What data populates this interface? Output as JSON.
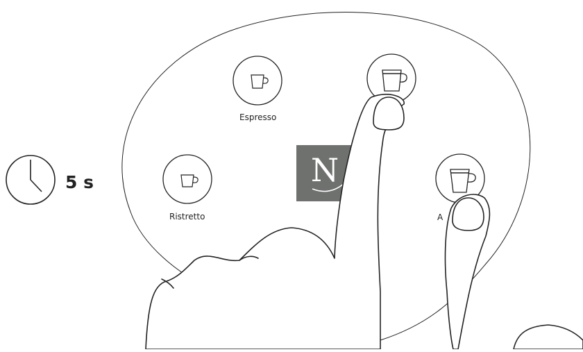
{
  "timer": {
    "value": "5 s",
    "icon": "clock-icon"
  },
  "buttons": [
    {
      "label": "Espresso",
      "icon": "espresso-cup-icon"
    },
    {
      "label": "Ristretto",
      "icon": "ristretto-cup-icon"
    },
    {
      "label": "",
      "icon": "lungo-cup-icon"
    },
    {
      "label": "A",
      "icon": "americano-cup-icon"
    }
  ],
  "brand": {
    "logo_letter": "N",
    "logo_color": "#6f716f"
  }
}
